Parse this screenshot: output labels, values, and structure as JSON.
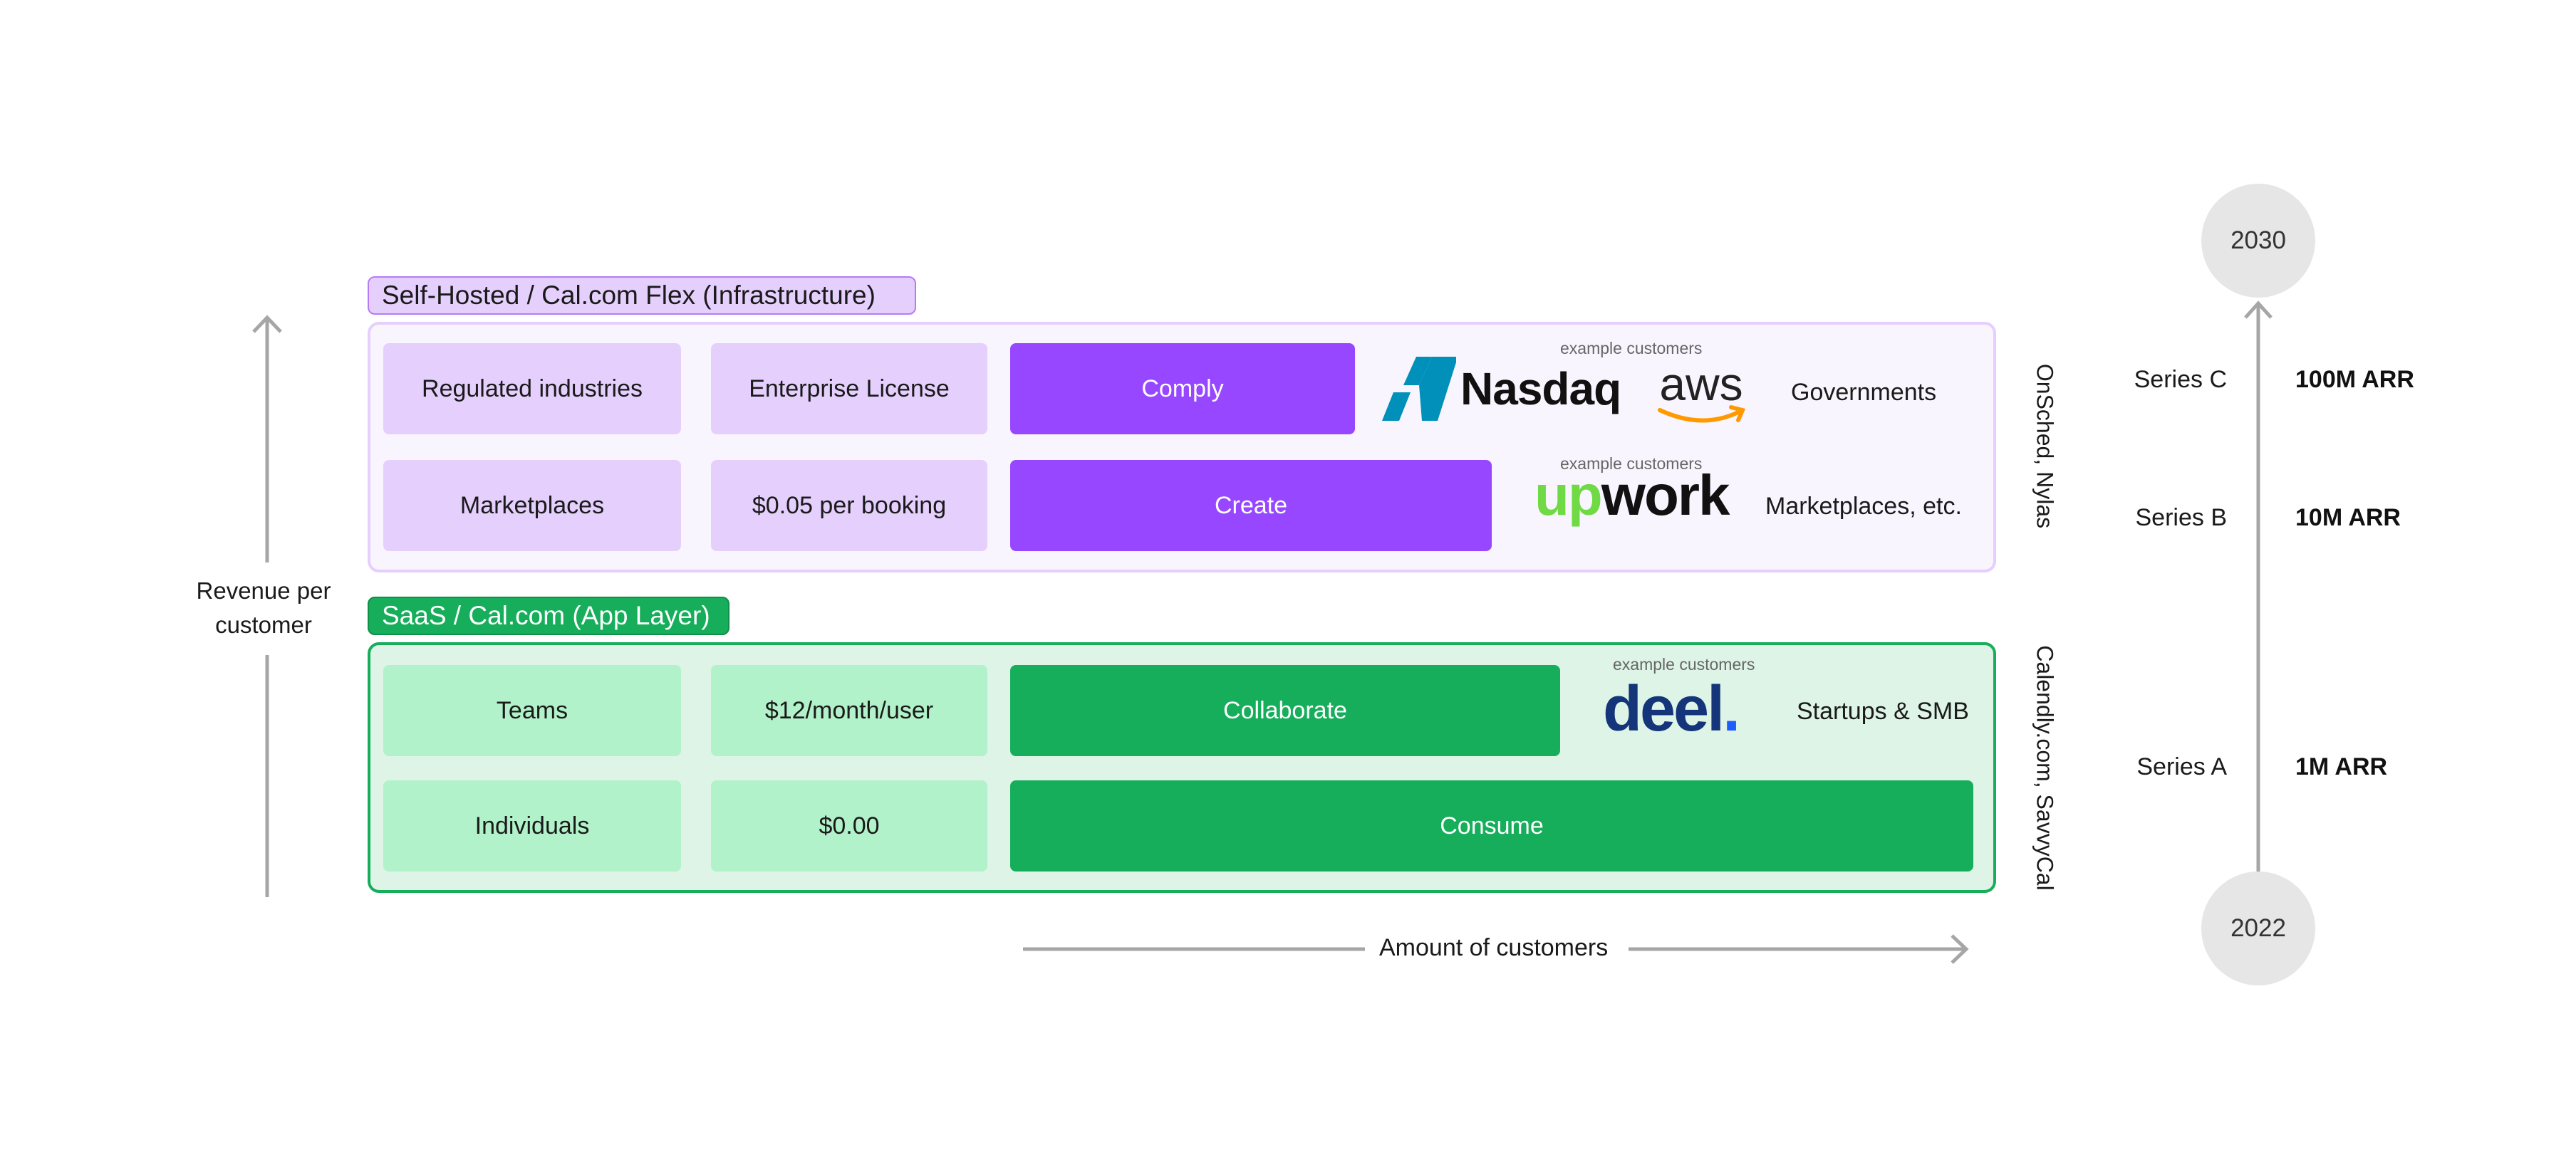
{
  "left_axis": {
    "label_line1": "Revenue per",
    "label_line2": "customer"
  },
  "self_hosted": {
    "title": "Self-Hosted / Cal.com Flex (Infrastructure)",
    "side_label": "OnSched, Nylas",
    "row1": {
      "segment": "Regulated industries",
      "price": "Enterprise License",
      "tier": "Comply",
      "example_label": "example customers",
      "logo1": "Nasdaq",
      "logo2": "aws",
      "customers": "Governments"
    },
    "row2": {
      "segment": "Marketplaces",
      "price": "$0.05 per booking",
      "tier": "Create",
      "example_label": "example customers",
      "logo": "upwork",
      "customers": "Marketplaces, etc."
    }
  },
  "saas": {
    "title": "SaaS / Cal.com (App Layer)",
    "side_label": "Calendly.com, SavvyCal",
    "row1": {
      "segment": "Teams",
      "price": "$12/month/user",
      "tier": "Collaborate",
      "example_label": "example customers",
      "logo": "deel.",
      "customers": "Startups & SMB"
    },
    "row2": {
      "segment": "Individuals",
      "price": "$0.00",
      "tier": "Consume"
    }
  },
  "bottom_axis": {
    "label": "Amount of customers"
  },
  "timeline": {
    "start": "2022",
    "end": "2030",
    "milestones": [
      {
        "series": "Series C",
        "arr": "100M ARR"
      },
      {
        "series": "Series B",
        "arr": "10M ARR"
      },
      {
        "series": "Series A",
        "arr": "1M ARR"
      }
    ]
  },
  "colors": {
    "purple_dark": "#9747ff",
    "purple_light": "#e5cffc",
    "purple_panel": "#f9f5fe",
    "green_dark": "#16ae5a",
    "green_light": "#b2f2ca",
    "green_panel": "#ddf4e6",
    "nasdaq_blue": "#0090ba",
    "upwork_green": "#6fda44",
    "deel_blue": "#15357a",
    "aws_orange": "#ff9900"
  }
}
